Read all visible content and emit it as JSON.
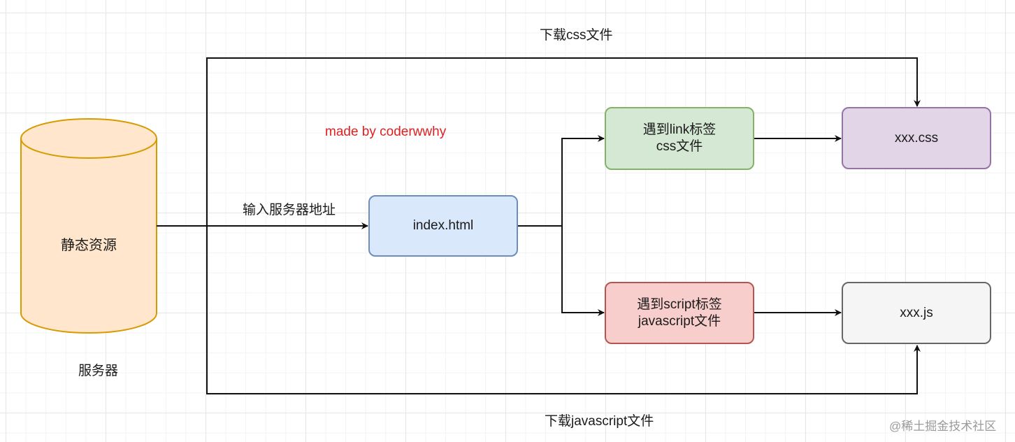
{
  "diagram": {
    "cylinder_label": "静态资源",
    "server_label": "服务器",
    "input_edge_label": "输入服务器地址",
    "watermark_red": "made by coderwwhy",
    "top_edge_label": "下载css文件",
    "bottom_edge_label": "下载javascript文件",
    "index_node": "index.html",
    "link_node": {
      "line1": "遇到link标签",
      "line2": "css文件"
    },
    "script_node": {
      "line1": "遇到script标签",
      "line2": "javascript文件"
    },
    "css_node": "xxx.css",
    "js_node": "xxx.js",
    "corner_watermark": "@稀土掘金技术社区"
  },
  "colors": {
    "cylinder_fill": "#ffe6cc",
    "cylinder_stroke": "#d79b00",
    "index_fill": "#dae8fc",
    "index_stroke": "#6c8ebf",
    "link_fill": "#d5e8d4",
    "link_stroke": "#82b366",
    "script_fill": "#f8cecc",
    "script_stroke": "#b85450",
    "css_fill": "#e1d5e7",
    "css_stroke": "#9673a6",
    "js_fill": "#f5f5f5",
    "js_stroke": "#666666",
    "watermark": "#e02020"
  }
}
